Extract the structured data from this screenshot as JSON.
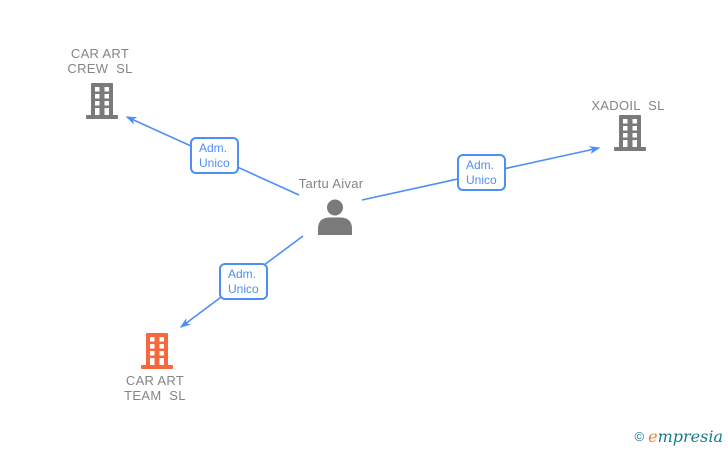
{
  "diagram_title": "company-person relationship chart",
  "person": {
    "name": "Tartu Aivar"
  },
  "companies": {
    "crew": {
      "name": "CAR ART CREW SL",
      "line1": "CAR ART",
      "line2": "CREW  SL"
    },
    "xadoil": {
      "name": "XADOIL SL",
      "line1": "XADOIL  SL",
      "line2": ""
    },
    "team": {
      "name": "CAR ART TEAM SL",
      "line1": "CAR ART",
      "line2": "TEAM  SL"
    }
  },
  "relationships": {
    "crew": {
      "line1": "Adm.",
      "line2": "Unico"
    },
    "xadoil": {
      "line1": "Adm.",
      "line2": "Unico"
    },
    "team": {
      "line1": "Adm.",
      "line2": "Unico"
    }
  },
  "footer": {
    "copyright": "©",
    "brand_first": "e",
    "brand_rest": "mpresia"
  },
  "colors": {
    "edge_blue": "#4e8ef7",
    "label_gray": "#848484",
    "icon_gray": "#7a7a7a",
    "icon_orange": "#f9683c",
    "brand_teal": "#147a8c",
    "brand_orange": "#ef7d38"
  }
}
